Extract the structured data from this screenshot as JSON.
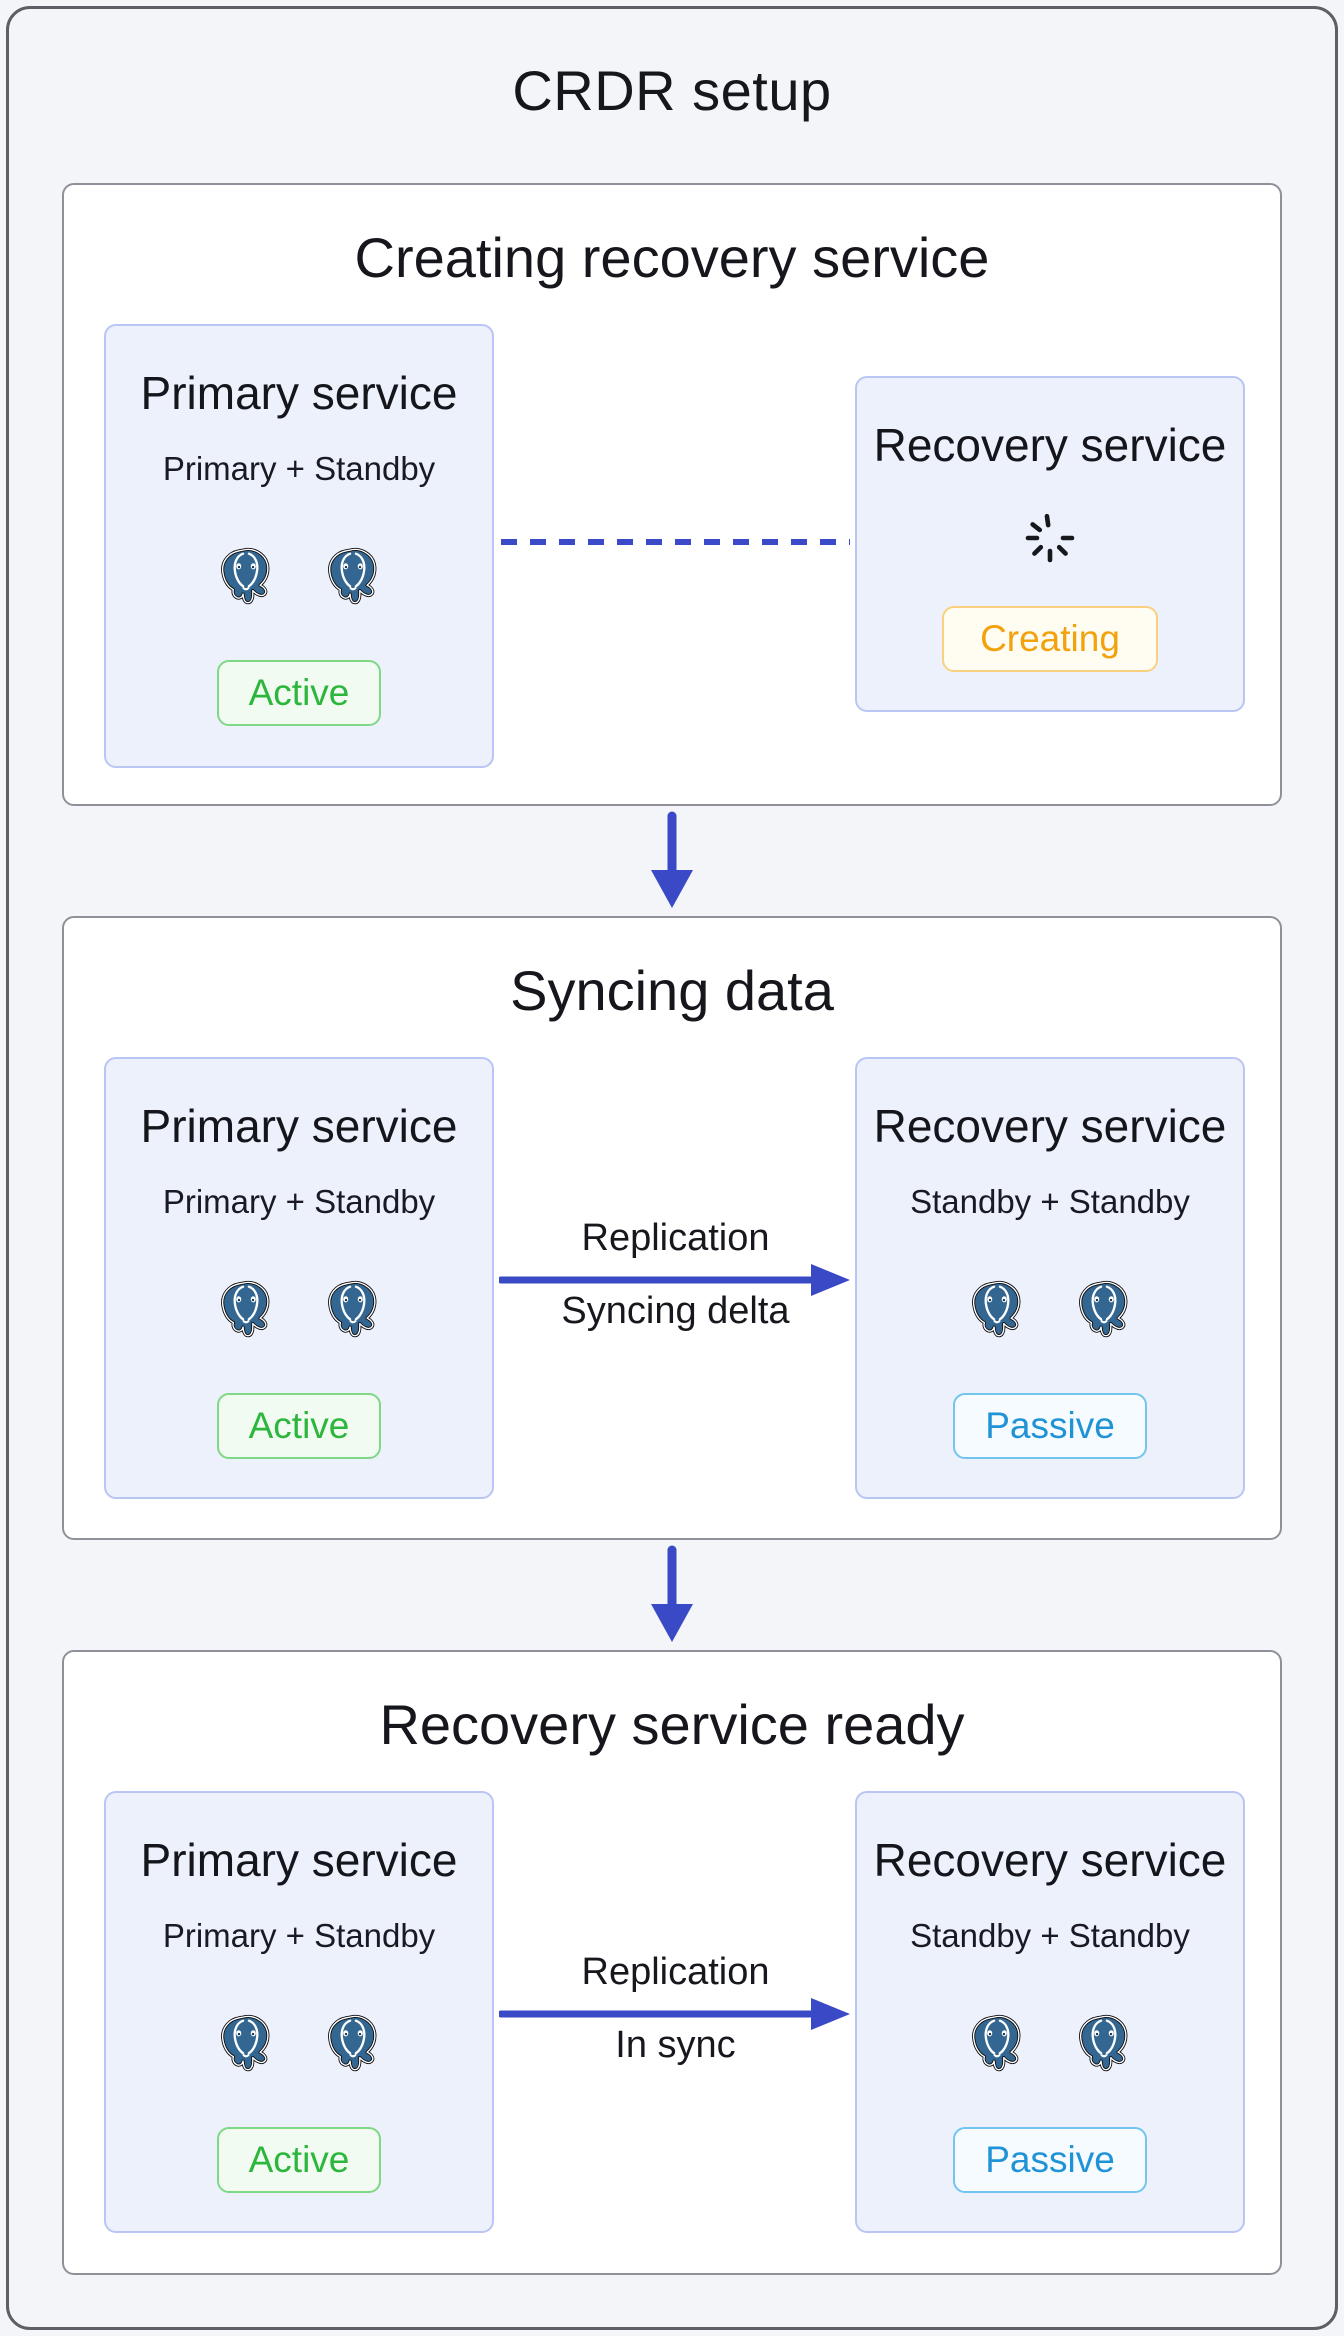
{
  "title": "CRDR setup",
  "colors": {
    "accent_blue": "#3b4ac9",
    "active_green": "#2db63c",
    "creating_orange": "#f2a20d",
    "passive_blue": "#2092d6",
    "postgres_blue": "#336791",
    "card_bg": "#edf1fc",
    "card_border": "#b9c5f2"
  },
  "stages": [
    {
      "title": "Creating recovery service",
      "primary_card": {
        "title": "Primary service",
        "subtitle": "Primary + Standby",
        "status": "Active",
        "icons": [
          "postgres-elephant-icon",
          "postgres-elephant-icon"
        ]
      },
      "recovery_card": {
        "title": "Recovery service",
        "status": "Creating",
        "icon": "spinner-icon"
      },
      "connector": {
        "type": "dashed-line"
      }
    },
    {
      "title": "Syncing data",
      "primary_card": {
        "title": "Primary service",
        "subtitle": "Primary + Standby",
        "status": "Active",
        "icons": [
          "postgres-elephant-icon",
          "postgres-elephant-icon"
        ]
      },
      "recovery_card": {
        "title": "Recovery service",
        "subtitle": "Standby + Standby",
        "status": "Passive",
        "icons": [
          "postgres-elephant-icon",
          "postgres-elephant-icon"
        ]
      },
      "connector": {
        "type": "arrow",
        "label_top": "Replication",
        "label_bottom": "Syncing delta"
      }
    },
    {
      "title": "Recovery service ready",
      "primary_card": {
        "title": "Primary service",
        "subtitle": "Primary + Standby",
        "status": "Active",
        "icons": [
          "postgres-elephant-icon",
          "postgres-elephant-icon"
        ]
      },
      "recovery_card": {
        "title": "Recovery service",
        "subtitle": "Standby + Standby",
        "status": "Passive",
        "icons": [
          "postgres-elephant-icon",
          "postgres-elephant-icon"
        ]
      },
      "connector": {
        "type": "arrow",
        "label_top": "Replication",
        "label_bottom": "In sync"
      }
    }
  ]
}
